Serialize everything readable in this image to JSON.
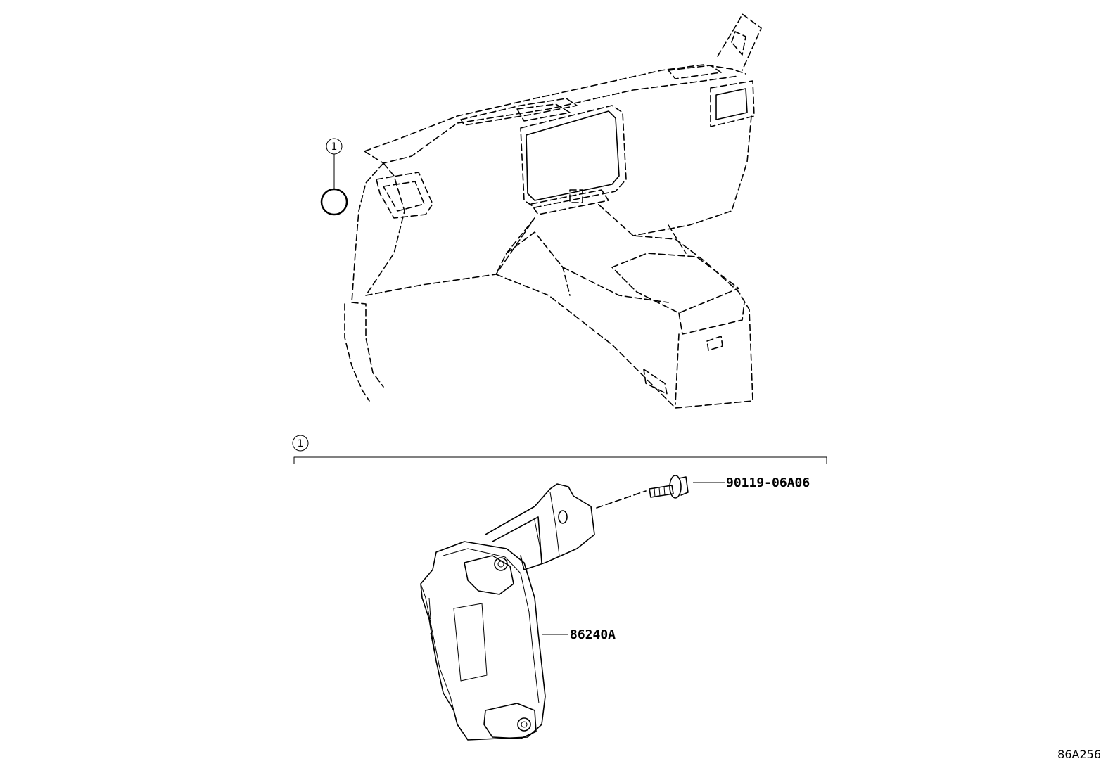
{
  "diagram": {
    "callout_number": "1",
    "parts": [
      {
        "part_number": "90119-06A06"
      },
      {
        "part_number": "86240A"
      }
    ],
    "reference_code": "86A256"
  }
}
